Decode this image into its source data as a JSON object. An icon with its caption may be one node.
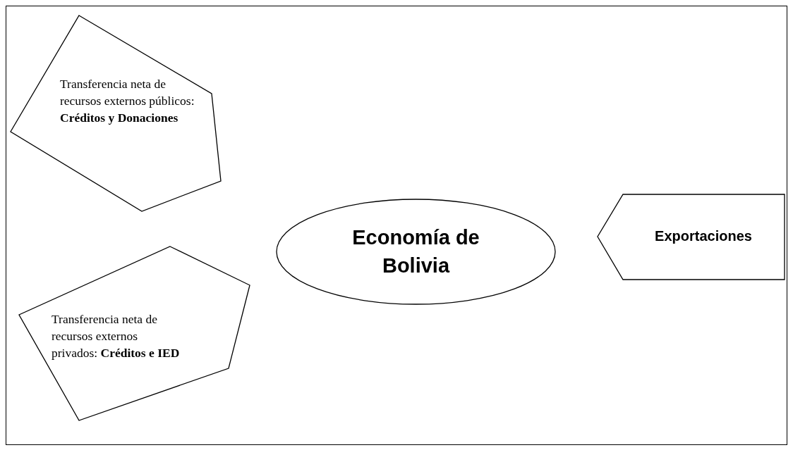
{
  "diagram": {
    "nodes": [
      {
        "text": [
          "Transferencia neta de recursos externos públicos: **Créditos y Donaciones**"
        ]
      },
      {
        "text": [
          "Transferencia neta de recursos externos privados: **Créditos e IED**"
        ]
      },
      {
        "text": [
          "Economía de Bolivia"
        ]
      },
      {
        "text": [
          "Exportaciones"
        ]
      }
    ],
    "edges": []
  }
}
